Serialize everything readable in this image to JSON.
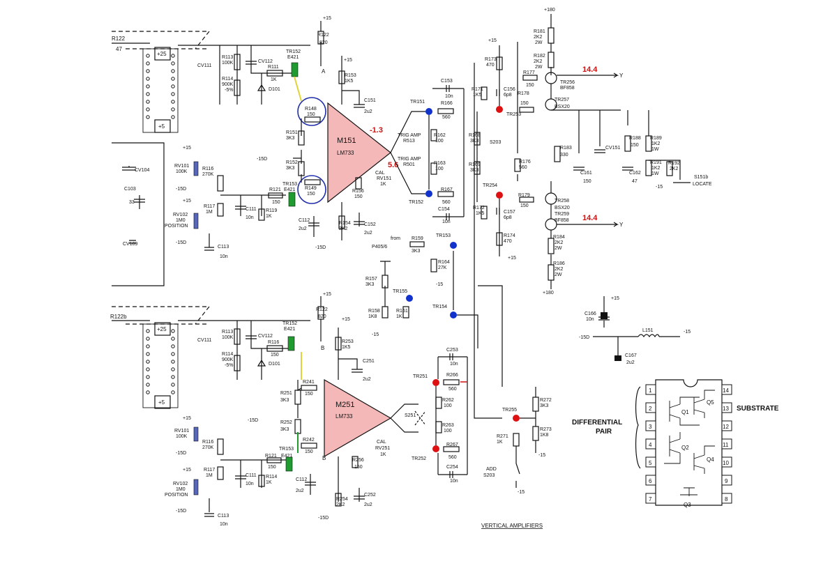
{
  "diagram": {
    "title": "VERTICAL AMPLIFIERS",
    "amplifiers": [
      {
        "name": "M151",
        "type": "LM733"
      },
      {
        "name": "M251",
        "type": "LM733"
      }
    ],
    "annotations": {
      "v_tr152_emitter": "-1.3",
      "v_m151_pin8": "5.6",
      "v_out_top": "14.4",
      "v_out_bottom": "14.4"
    },
    "rails": {
      "p180": "+180",
      "p15": "+15",
      "m15": "-15",
      "m15d": "-15D",
      "p25": "+25",
      "p5": "+5"
    },
    "top_channel": {
      "r122": [
        "R122",
        "47"
      ],
      "r122b": [
        "R122",
        "820"
      ],
      "r113": [
        "R113",
        "100K"
      ],
      "cv111": "CV111",
      "cv112": "CV112",
      "r114": [
        "R114",
        "900K",
        "-5%"
      ],
      "d101": "D101",
      "r111": [
        "R111",
        "1K"
      ],
      "tr152": [
        "TR152",
        "E421"
      ],
      "r148": [
        "R148",
        "150"
      ],
      "r149": [
        "R149",
        "150"
      ],
      "r151": [
        "R151",
        "3K3"
      ],
      "r152": [
        "R152",
        "3K3"
      ],
      "tr153": [
        "TR153",
        "E421"
      ],
      "r121": [
        "R121",
        "150"
      ],
      "rv101": [
        "RV101",
        "100K"
      ],
      "r116": [
        "R116",
        "270K"
      ],
      "cv104": "CV104",
      "c103": [
        "C103",
        "33"
      ],
      "rv102": [
        "RV102",
        "1M0"
      ],
      "position": "POSITION",
      "r117": [
        "R117",
        "1M"
      ],
      "c111": [
        "C111",
        "10n"
      ],
      "r119": [
        "R119",
        "1K"
      ],
      "c112": [
        "C112",
        "2u2"
      ],
      "c113": [
        "C113",
        "10n"
      ],
      "cv109": "CV109",
      "r153": [
        "R153",
        "1K5"
      ],
      "c151": [
        "C151",
        "2u2"
      ],
      "r156": [
        "R156",
        "150"
      ],
      "r154": [
        "R154",
        "2K2"
      ],
      "c152": [
        "C152",
        "2u2"
      ],
      "rv151": [
        "CAL",
        "RV151",
        "1K"
      ],
      "tr151": "TR151",
      "tr152b": "TR152",
      "r166": [
        "R166",
        "560"
      ],
      "r167": [
        "R167",
        "560"
      ],
      "c153": [
        "C153",
        "10n"
      ],
      "c154": [
        "C154",
        "10n"
      ],
      "trig513": [
        "TRIG AMP",
        "R513"
      ],
      "trig501": [
        "TRIG AMP",
        "R501"
      ],
      "r162": [
        "R162",
        "100"
      ],
      "r163": [
        "R163",
        "100"
      ],
      "tr153b": "TR153",
      "r159": [
        "R159",
        "3K3"
      ],
      "from": [
        "from",
        "P405/6"
      ],
      "r164": [
        "R164",
        "27K"
      ],
      "r157": [
        "R157",
        "3K3"
      ],
      "tr155": "TR155",
      "r161": [
        "R161",
        "1K"
      ],
      "r158": [
        "R158",
        "1K8"
      ],
      "tr154": "TR154",
      "r173": [
        "R173",
        "470"
      ],
      "r171": [
        "R171",
        "1K5"
      ],
      "c156": [
        "C156",
        "6p8"
      ],
      "tr253": "TR253",
      "r168": [
        "R168",
        "3K3"
      ],
      "s203": "S203",
      "r169": [
        "R169",
        "3K3"
      ],
      "r176": [
        "R176",
        "560"
      ],
      "tr254": "TR254",
      "r172": [
        "R172",
        "1K5"
      ],
      "c157": [
        "C157",
        "6p8"
      ],
      "r174": [
        "R174",
        "470"
      ],
      "r177": [
        "R177",
        "150"
      ],
      "r178": [
        "R178",
        "150"
      ],
      "r179": [
        "R179",
        "150"
      ],
      "r181": [
        "R181",
        "2K2",
        "2W"
      ],
      "r182": [
        "R182",
        "2K2",
        "2W"
      ],
      "tr256": [
        "TR256",
        "BF858"
      ],
      "tr257": [
        "TR257",
        "BSX20"
      ],
      "r183": [
        "R183",
        "330"
      ],
      "c161": [
        "C161",
        "150"
      ],
      "cv151": "CV151",
      "r188": [
        "R188",
        "150"
      ],
      "c162": [
        "C162",
        "47"
      ],
      "r189": [
        "R189",
        "1K2",
        "1W"
      ],
      "r191": [
        "R191",
        "1K2",
        "1W"
      ],
      "r192": [
        "R192",
        "2K2"
      ],
      "s151": [
        "S151b",
        "LOCATE"
      ],
      "tr258": [
        "TR258",
        "BSX20"
      ],
      "tr259": [
        "TR259",
        "BF858"
      ],
      "r184": [
        "R184",
        "2K2",
        "2W"
      ],
      "r186": [
        "R186",
        "2K2",
        "2W"
      ],
      "y": "Y",
      "a": "A"
    },
    "bottom_channel": {
      "r122b": [
        "R122b"
      ],
      "r122": [
        "R122",
        "820"
      ],
      "r113": [
        "R113",
        "100K"
      ],
      "cv111": "CV111",
      "cv112": "CV112",
      "r114": [
        "R114",
        "900K",
        "-5%"
      ],
      "d101": "D101",
      "r116s": [
        "R116",
        "150"
      ],
      "tr152": [
        "TR152",
        "E421"
      ],
      "r241": [
        "R241",
        "150"
      ],
      "r251": [
        "R251",
        "3K3"
      ],
      "r252": [
        "R252",
        "3K3"
      ],
      "r242": [
        "R242",
        "150"
      ],
      "tr153": [
        "TR153",
        "E421"
      ],
      "r121": [
        "R121",
        "150"
      ],
      "rv101": [
        "RV101",
        "100K"
      ],
      "r116": [
        "R116",
        "270K"
      ],
      "rv102": [
        "RV102",
        "1M0"
      ],
      "position": "POSITION",
      "r117": [
        "R117",
        "1M"
      ],
      "c111": [
        "C111",
        "10n"
      ],
      "r114b": [
        "R114",
        "1K"
      ],
      "c112": [
        "C112",
        "2u2"
      ],
      "c113": [
        "C113",
        "10n"
      ],
      "r253": [
        "R253",
        "1K5"
      ],
      "c251": [
        "C251",
        "2u2"
      ],
      "r256": [
        "R256",
        "150"
      ],
      "r254": [
        "R254",
        "2K2"
      ],
      "c252": [
        "C252",
        "2u2"
      ],
      "rv251": [
        "CAL",
        "RV251",
        "1K"
      ],
      "s251": "S251",
      "c253": [
        "C253",
        "10n"
      ],
      "tr251": "TR251",
      "r266": [
        "R266",
        "560"
      ],
      "r262": [
        "R262",
        "100"
      ],
      "r263": [
        "R263",
        "100"
      ],
      "tr252": "TR252",
      "r267": [
        "R267",
        "560"
      ],
      "c254": [
        "C254",
        "10n"
      ],
      "tr255": "TR255",
      "r271": [
        "R271",
        "1K"
      ],
      "r272": [
        "R272",
        "3K3"
      ],
      "r273": [
        "R273",
        "1K8"
      ],
      "add": [
        "ADD",
        "S203"
      ],
      "c166": [
        "C166",
        "10n"
      ],
      "l151": "L151",
      "c167": [
        "C167",
        "2u2"
      ],
      "b": "B"
    },
    "chip": {
      "pins_left": [
        "1",
        "2",
        "3",
        "4",
        "5",
        "6",
        "7"
      ],
      "pins_right": [
        "14",
        "13",
        "12",
        "11",
        "10",
        "9",
        "8"
      ],
      "transistors": [
        "Q1",
        "Q2",
        "Q3",
        "Q4",
        "Q5"
      ],
      "substrate": "SUBSTRATE",
      "diff_pair": [
        "DIFFERENTIAL",
        "PAIR"
      ]
    },
    "colors": {
      "opamp_fill": "#f4b8b8",
      "highlight_green": "#1f9b2f",
      "highlight_blue_circle": "#1f2fa8",
      "trim_blue": "#5566bb",
      "dot_red": "#dd1111",
      "dot_blue": "#1133cc",
      "annotation_red": "#cc1111"
    }
  }
}
